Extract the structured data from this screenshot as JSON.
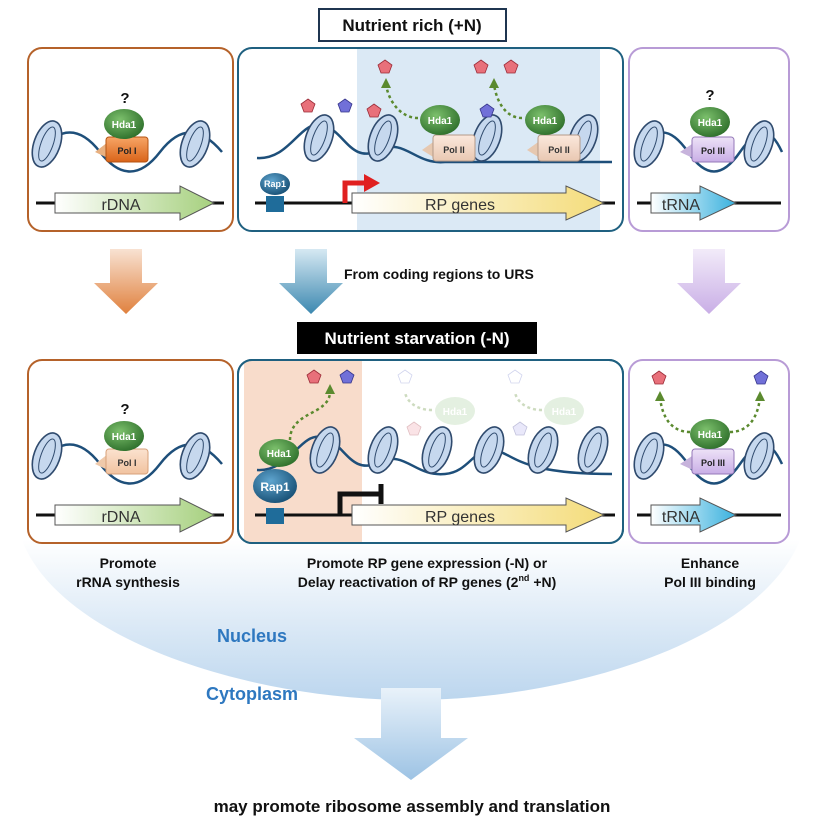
{
  "header_rich": "Nutrient rich (+N)",
  "header_starvation": "Nutrient starvation (-N)",
  "transition_label": "From coding regions to URS",
  "question_mark": "?",
  "labels": {
    "hda1": "Hda1",
    "rap1": "Rap1",
    "pol1": "Pol I",
    "pol2": "Pol II",
    "pol3": "Pol III",
    "rdna": "rDNA",
    "rp_genes": "RP genes",
    "trna": "tRNA"
  },
  "outcomes": {
    "left_line1": "Promote",
    "left_line2": "rRNA synthesis",
    "middle_line1": "Promote RP gene expression (-N) or",
    "middle_line2_a": "Delay reactivation of RP genes (2",
    "middle_line2_sup": "nd",
    "middle_line2_b": " +N)",
    "right_line1": "Enhance",
    "right_line2": "Pol III binding"
  },
  "nucleus_label": "Nucleus",
  "cytoplasm_label": "Cytoplasm",
  "bottom_text": "may promote ribosome assembly and translation",
  "colors": {
    "rdna_frame": "#b5622a",
    "rp_frame": "#1f6080",
    "trna_frame": "#b89bd6",
    "header_starvation_bg": "#000000",
    "nucleus_text": "#2e78c0",
    "pol1": "#ee7b2c",
    "pol3": "#d7c2ea",
    "hda1": "#3f8c3a",
    "rap1": "#1f6c9a",
    "dna": "#1e4f7a",
    "active_promoter": "#e02020"
  }
}
